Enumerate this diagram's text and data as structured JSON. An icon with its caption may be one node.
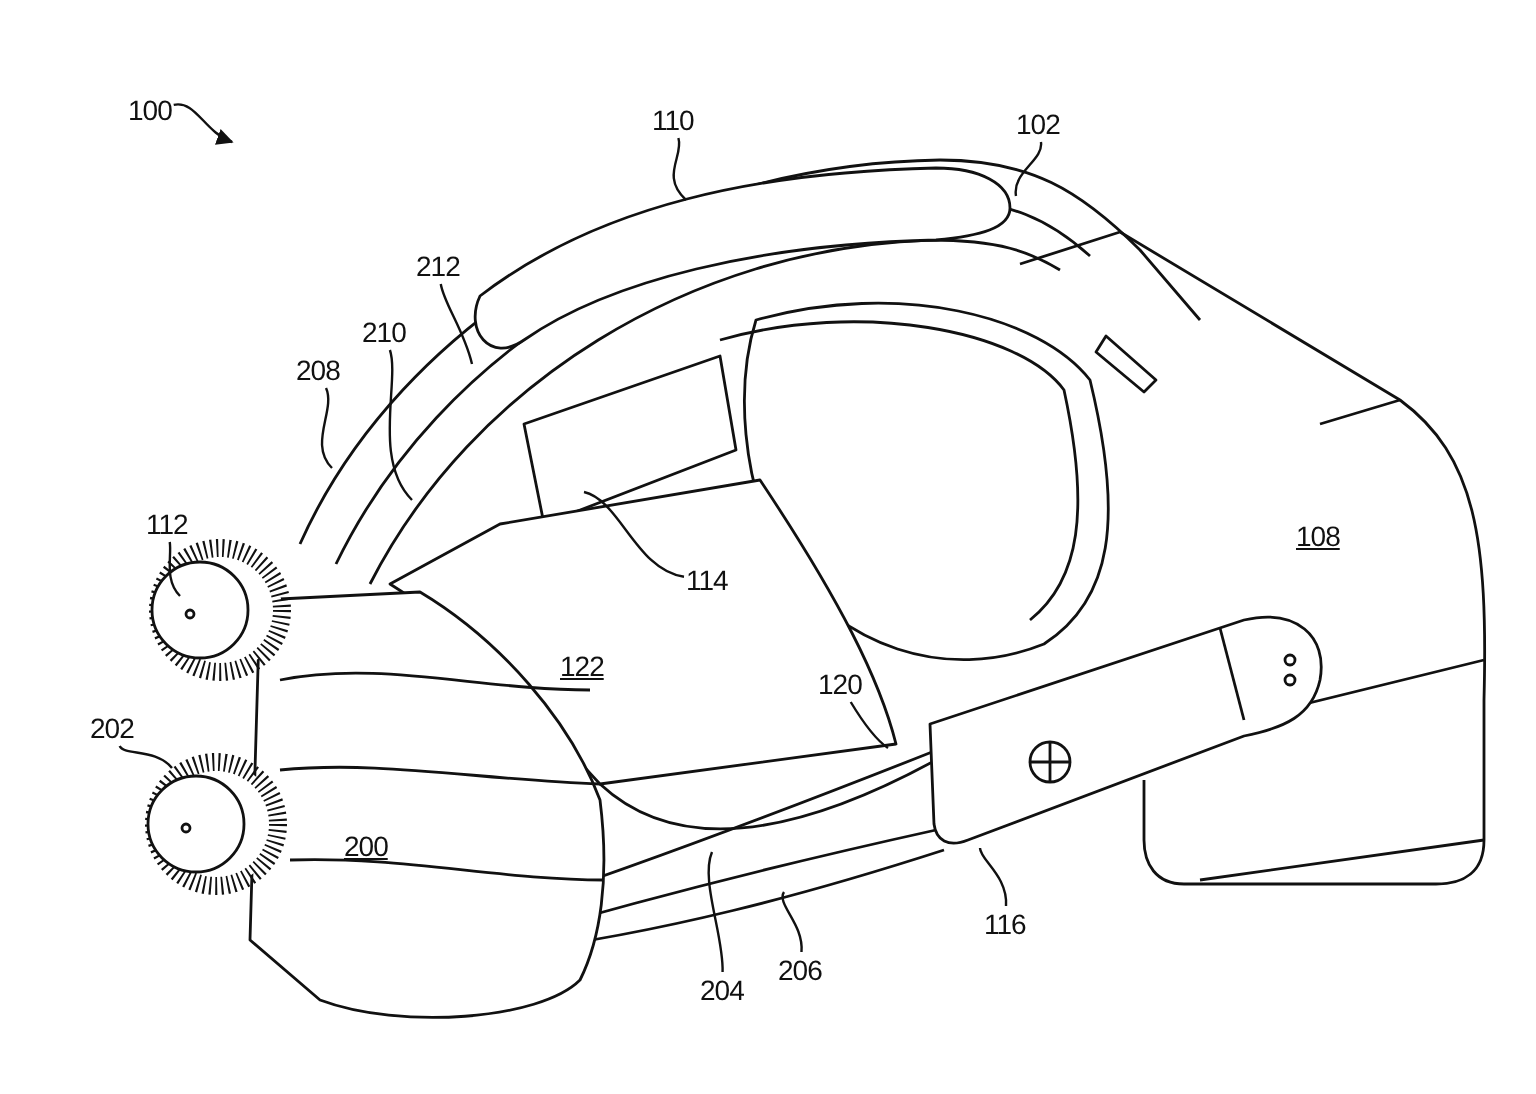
{
  "diagram": {
    "nodes": [
      {
        "text": [
          "100"
        ]
      },
      {
        "text": [
          "110"
        ]
      },
      {
        "text": [
          "102"
        ]
      },
      {
        "text": [
          "212"
        ]
      },
      {
        "text": [
          "210"
        ]
      },
      {
        "text": [
          "208"
        ]
      },
      {
        "text": [
          "112"
        ]
      },
      {
        "text": [
          "114"
        ]
      },
      {
        "text": [
          "120"
        ]
      },
      {
        "text": [
          "202"
        ]
      },
      {
        "text": [
          "116"
        ]
      },
      {
        "text": [
          "204"
        ]
      },
      {
        "text": [
          "206"
        ]
      }
    ],
    "edges": [
      {
        "from": 0,
        "to": null,
        "arrow": "to"
      },
      {
        "from": 1,
        "to": null,
        "arrow": "none"
      },
      {
        "from": 2,
        "to": null,
        "arrow": "none"
      },
      {
        "from": 3,
        "to": null,
        "arrow": "none"
      },
      {
        "from": 4,
        "to": null,
        "arrow": "none"
      },
      {
        "from": 5,
        "to": null,
        "arrow": "none"
      },
      {
        "from": 6,
        "to": null,
        "arrow": "none"
      },
      {
        "from": 7,
        "to": null,
        "arrow": "none"
      },
      {
        "from": 8,
        "to": null,
        "arrow": "none"
      },
      {
        "from": 9,
        "to": null,
        "arrow": "none"
      },
      {
        "from": 10,
        "to": null,
        "arrow": "none"
      },
      {
        "from": 11,
        "to": null,
        "arrow": "none"
      },
      {
        "from": 12,
        "to": null,
        "arrow": "none"
      }
    ],
    "labels": [
      "108",
      "122",
      "200"
    ]
  }
}
